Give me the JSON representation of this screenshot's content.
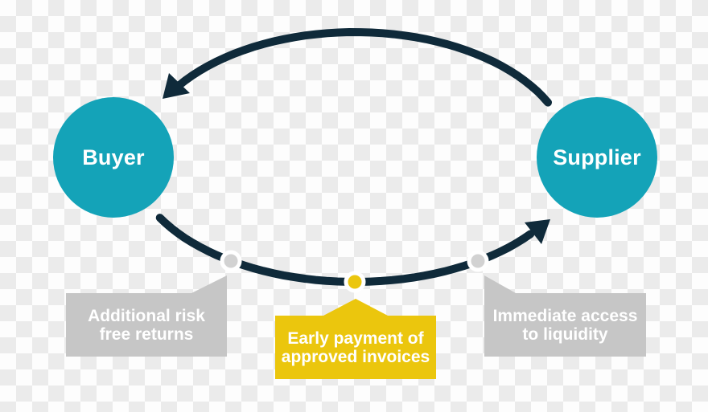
{
  "diagram": {
    "nodes": {
      "buyer": {
        "label": "Buyer"
      },
      "supplier": {
        "label": "Supplier"
      }
    },
    "callouts": {
      "buyer_benefit": {
        "line1": "Additional risk",
        "line2": "free returns"
      },
      "program": {
        "line1": "Early payment of",
        "line2": "approved invoices"
      },
      "supplier_benefit": {
        "line1": "Immediate access",
        "line2": "to liquidity"
      }
    },
    "colors": {
      "node_fill": "#14a3b8",
      "arrow": "#0f2a3a",
      "callout_gray": "#c6c6c6",
      "callout_yellow": "#ebc60d",
      "dot_gray": "#d2d2d2",
      "dot_yellow": "#ebc60d",
      "dot_ring": "#ffffff",
      "label_text": "#ffffff"
    }
  }
}
